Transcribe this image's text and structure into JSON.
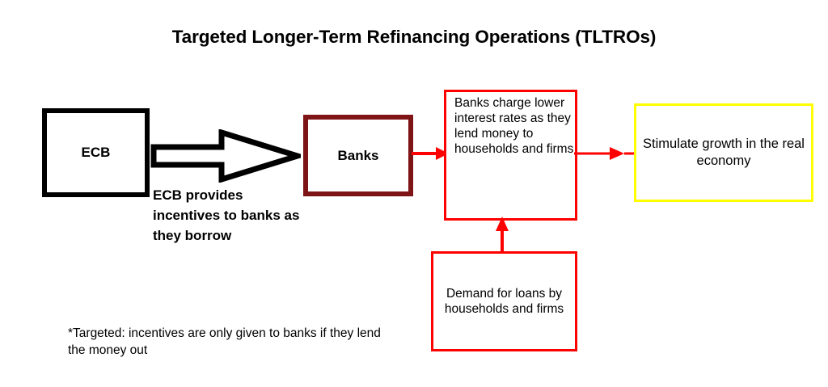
{
  "title": "Targeted Longer-Term Refinancing Operations (TLTROs)",
  "nodes": {
    "ecb": {
      "label": "ECB",
      "border_color": "#000000"
    },
    "banks": {
      "label": "Banks",
      "border_color": "#7E1416"
    },
    "lower_rates": {
      "label": "Banks charge lower interest rates as they lend money to households and firms",
      "border_color": "#FF0000"
    },
    "demand": {
      "label": "Demand for loans by households and firms",
      "border_color": "#FF0000"
    },
    "stimulate": {
      "label": "Stimulate growth in the real economy",
      "border_color": "#FFFF00"
    }
  },
  "annotations": {
    "ecb_incentives": "ECB provides incentives to banks as they borrow",
    "footnote": "*Targeted: incentives are only given to banks if they lend the money out"
  },
  "arrows": {
    "ecb_to_banks": {
      "style": "block-arrow",
      "fill": "#FFFFFF",
      "stroke": "#000000",
      "direction": "right"
    },
    "banks_to_lower_rates": {
      "style": "line-arrow",
      "color": "#FF0000",
      "direction": "right"
    },
    "lower_rates_to_stimulate": {
      "style": "line-arrow",
      "color": "#FF0000",
      "direction": "right"
    },
    "demand_to_lower_rates": {
      "style": "line-arrow",
      "color": "#FF0000",
      "direction": "up"
    }
  }
}
